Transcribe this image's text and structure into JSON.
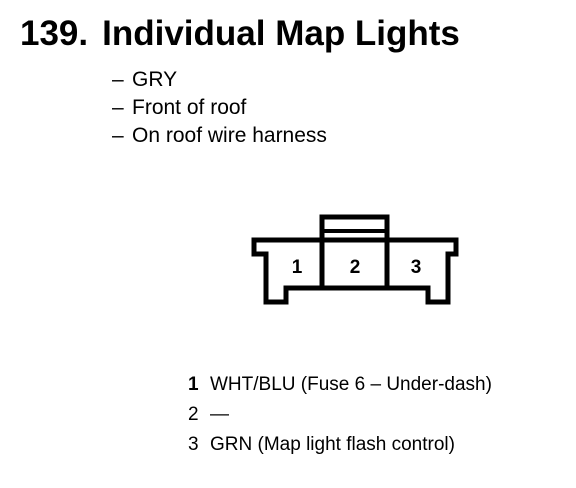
{
  "heading": {
    "number": "139.",
    "title": "Individual Map Lights"
  },
  "details": [
    {
      "dash": "–",
      "text": "GRY"
    },
    {
      "dash": "–",
      "text": "Front of roof"
    },
    {
      "dash": "–",
      "text": "On roof wire harness"
    }
  ],
  "connector": {
    "cavities": [
      "1",
      "2",
      "3"
    ]
  },
  "pins": [
    {
      "num": "1",
      "desc": "WHT/BLU (Fuse 6 – Under-dash)"
    },
    {
      "num": "2",
      "desc": "—"
    },
    {
      "num": "3",
      "desc": "GRN (Map light flash control)"
    }
  ]
}
